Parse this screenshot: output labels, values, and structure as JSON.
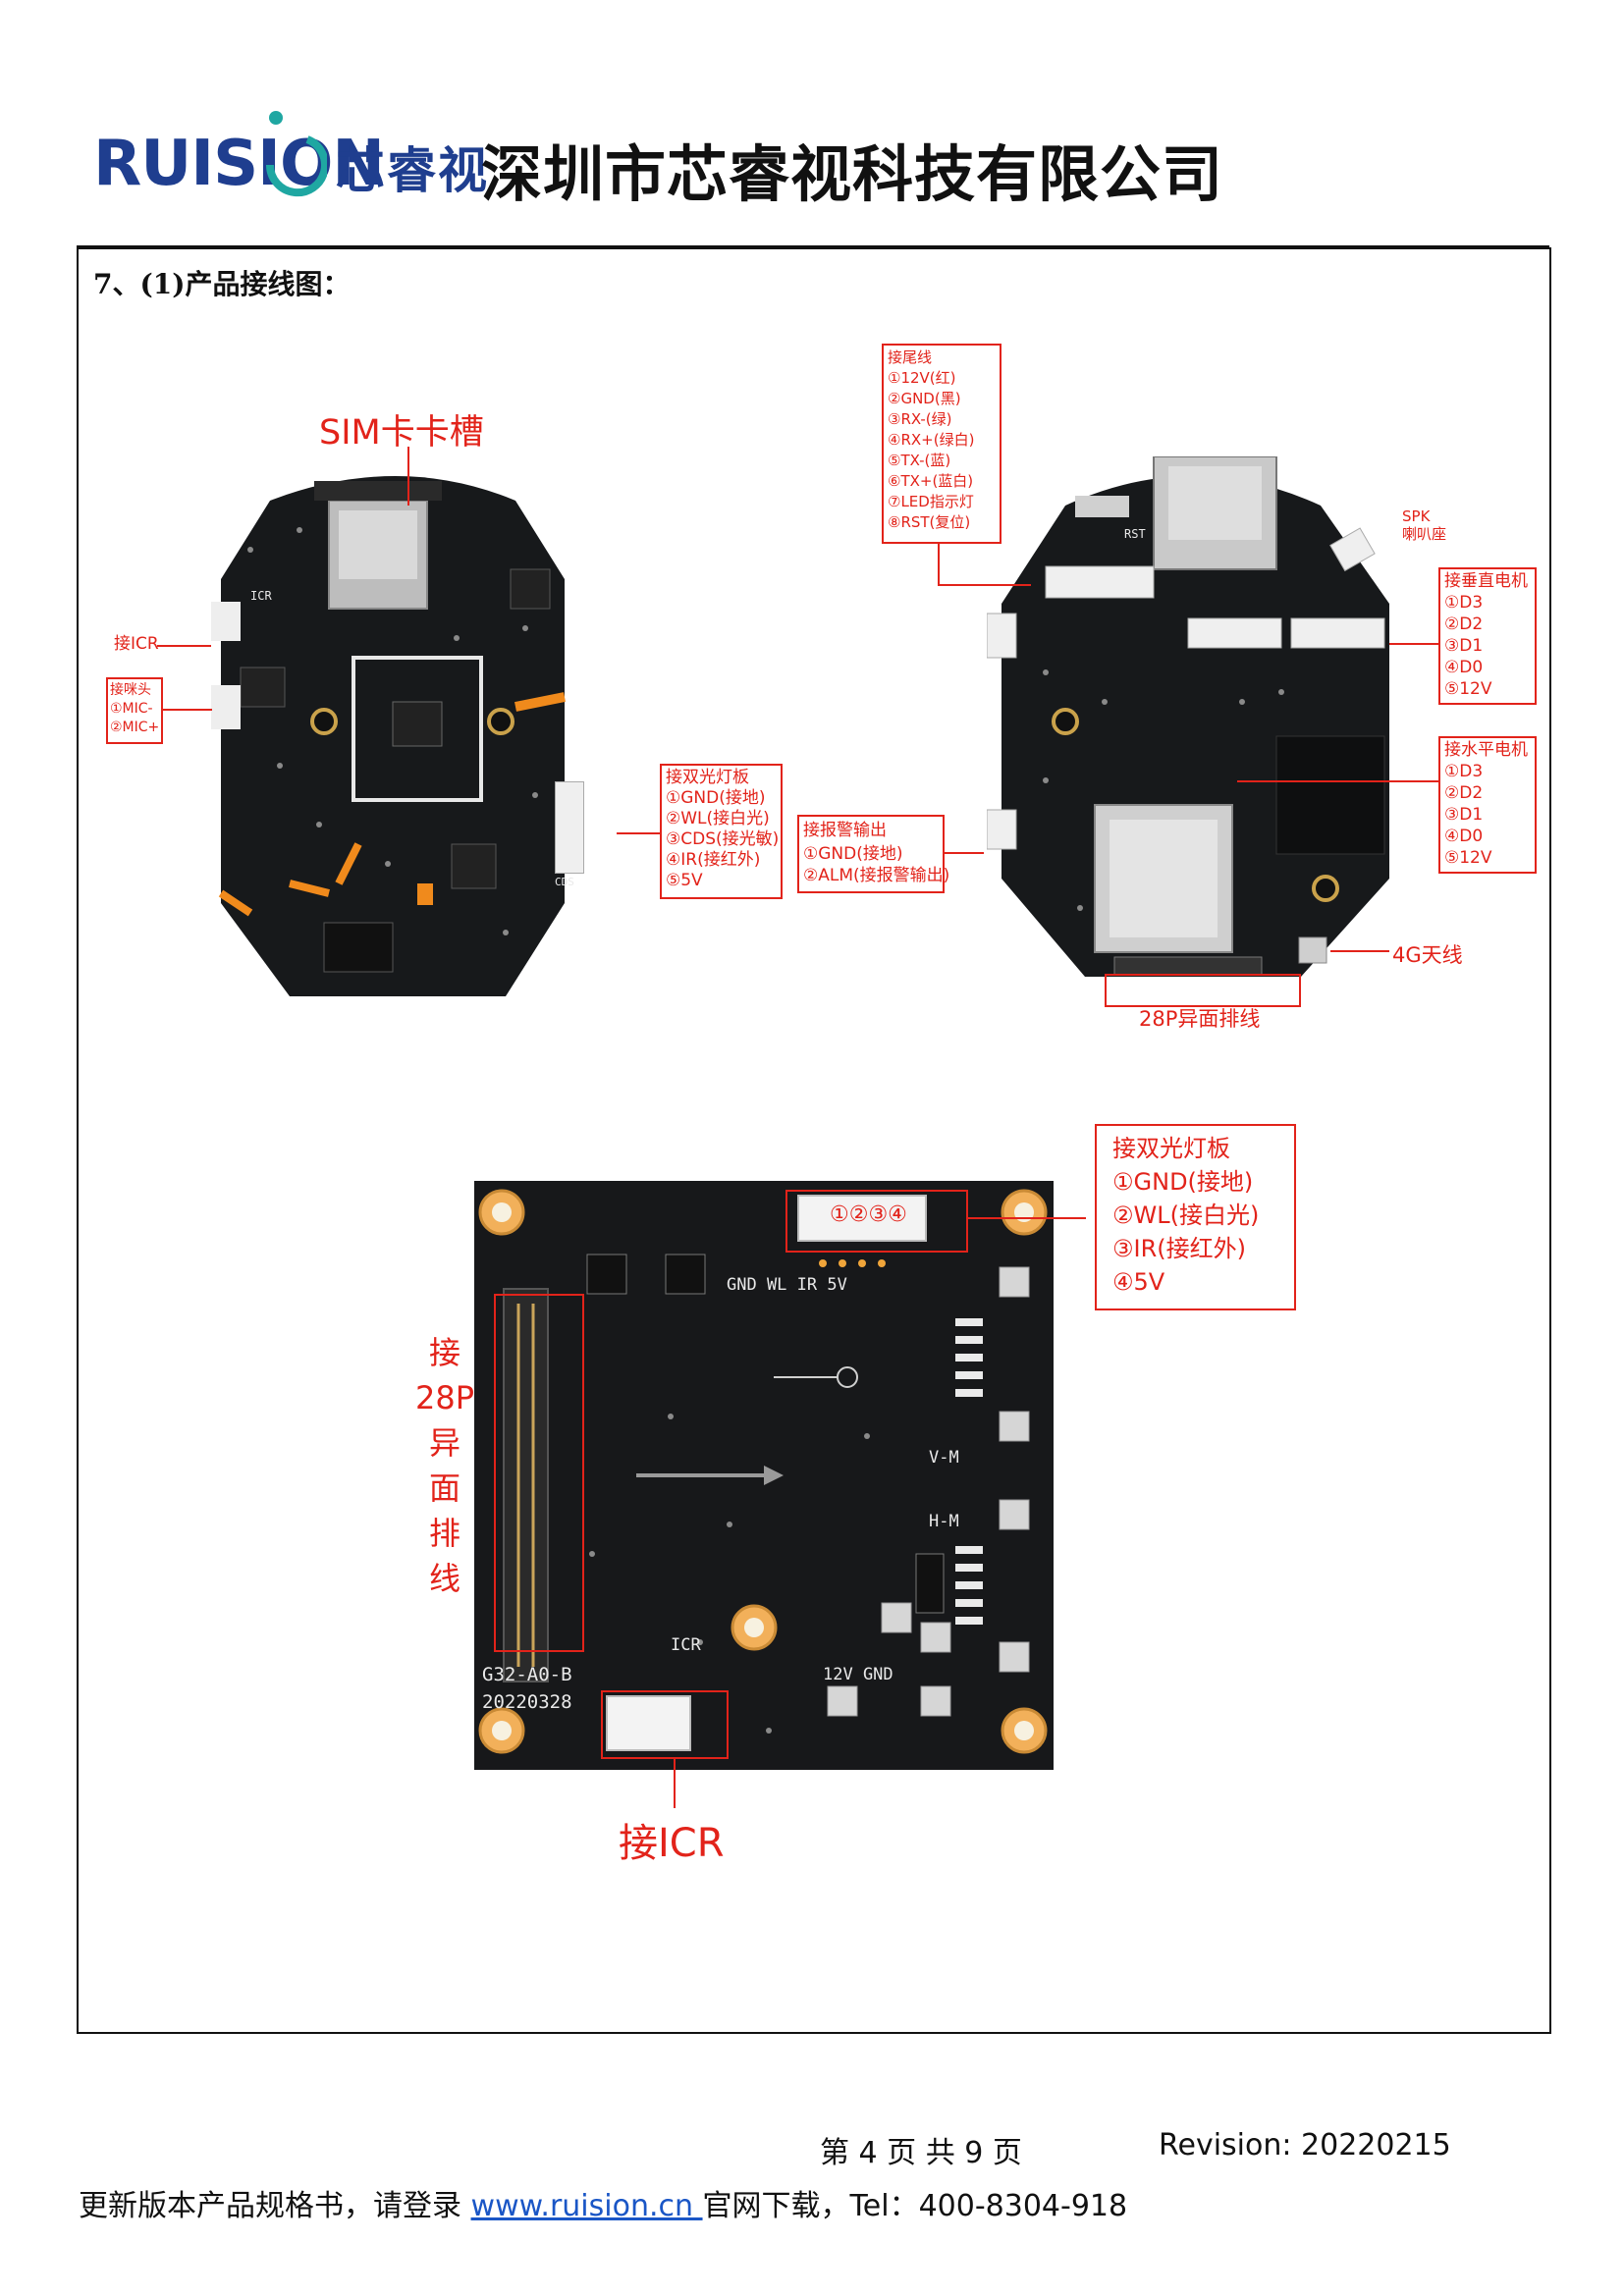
{
  "header": {
    "brand_en": "RUISION",
    "brand_cn": "芯睿视",
    "company": "深圳市芯睿视科技有限公司"
  },
  "section_title": "7、(1)产品接线图：",
  "board_front": {
    "sim_label": "SIM卡卡槽",
    "icr_label": "接ICR",
    "mic_label": [
      "接咪头",
      "①MIC-",
      "②MIC+"
    ],
    "dual_light_label": [
      "接双光灯板",
      "①GND(接地)",
      "②WL(接白光)",
      "③CDS(接光敏)",
      "④IR(接红外)",
      "⑤5V"
    ],
    "silk_icr": "ICR",
    "silk_cds": "CDS"
  },
  "board_back": {
    "tail_label": [
      "接尾线",
      "①12V(红)",
      "②GND(黑)",
      "③RX-(绿)",
      "④RX+(绿白)",
      "⑤TX-(蓝)",
      "⑥TX+(蓝白)",
      "⑦LED指示灯",
      "⑧RST(复位)"
    ],
    "spk_label": [
      "SPK",
      "喇叭座"
    ],
    "vertical_motor_label": [
      "接垂直电机",
      "①D3",
      "②D2",
      "③D1",
      "④D0",
      "⑤12V"
    ],
    "horizontal_motor_label": [
      "接水平电机",
      "①D3",
      "②D2",
      "③D1",
      "④D0",
      "⑤12V"
    ],
    "alarm_label": [
      "接报警输出",
      "①GND(接地)",
      "②ALM(接报警输出)"
    ],
    "antenna_label": "4G天线",
    "flex_label": "28P异面排线",
    "silk_rst": "RST"
  },
  "board_bottom": {
    "dual_light_label": [
      "接双光灯板",
      "①GND(接地)",
      "②WL(接白光)",
      "③IR(接红外)",
      "④5V"
    ],
    "flex_label": [
      "接",
      "28P",
      "异",
      "面",
      "排",
      "线"
    ],
    "icr_label": "接ICR",
    "silk_pins": "GND WL IR 5V",
    "silk_vm": "V-M",
    "silk_hm": "H-M",
    "silk_icr": "ICR",
    "silk_power": "12V  GND",
    "silk_model": "G32-A0-B",
    "silk_date": "20220328",
    "connector_pins": "①②③④"
  },
  "footer": {
    "page": "第 4 页 共 9 页",
    "revision": "Revision: 20220215",
    "note_before": "更新版本产品规格书，请登录 ",
    "link": "www.ruision.cn ",
    "note_after": "官网下载，Tel：400-8304-918"
  }
}
